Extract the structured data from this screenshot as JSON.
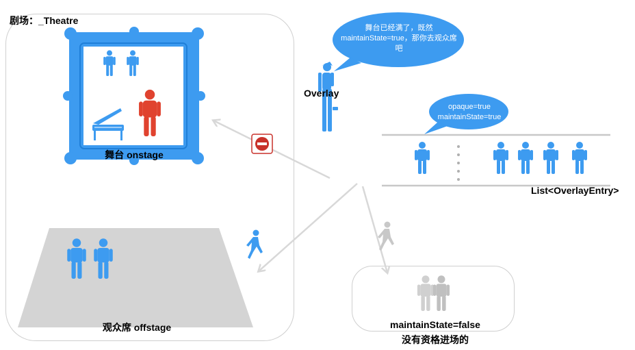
{
  "theatre": {
    "label": "剧场：_Theatre"
  },
  "stage": {
    "label": "舞台 onstage"
  },
  "offstage": {
    "label": "观众席 offstage"
  },
  "overlay": {
    "label": "Overlay",
    "speech_lines": [
      "舞台已经满了，既然",
      "maintainState=true，那你去观众席",
      "吧"
    ]
  },
  "entry_bubble": {
    "lines": [
      "opaque=true",
      "maintainState=true"
    ]
  },
  "list": {
    "label": "List<OverlayEntry>"
  },
  "excluded": {
    "label1": "maintainState=false",
    "label2": "没有资格进场的"
  },
  "colors": {
    "blue": "#3d9bf0",
    "red": "#e0432f",
    "gray": "#d4d4d4",
    "no_entry": "#c8312a"
  },
  "icons": [
    "person-icon",
    "piano-icon",
    "walking-person-icon",
    "no-entry-icon",
    "picture-frame-icon"
  ]
}
